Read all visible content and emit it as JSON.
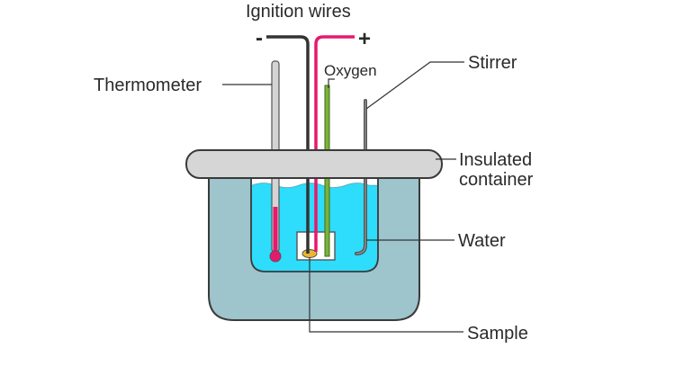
{
  "labels": {
    "ignition_wires": "Ignition wires",
    "minus_sign": "-",
    "plus_sign": "+",
    "thermometer": "Thermometer",
    "oxygen": "Oxygen",
    "stirrer": "Stirrer",
    "insulated_container_line1": "Insulated",
    "insulated_container_line2": "container",
    "water": "Water",
    "sample": "Sample"
  },
  "colors": {
    "outer_water": "#9ec4cc",
    "inner_water": "#2edcfb",
    "lid": "#d6d6d6",
    "outline": "#3a3a3a",
    "thermometer_mercury": "#e6196e",
    "negative_wire": "#333333",
    "positive_wire": "#e6196e",
    "oxygen_tube": "#7bb33a",
    "stirrer": "#555555",
    "sample": "#e8b830"
  }
}
